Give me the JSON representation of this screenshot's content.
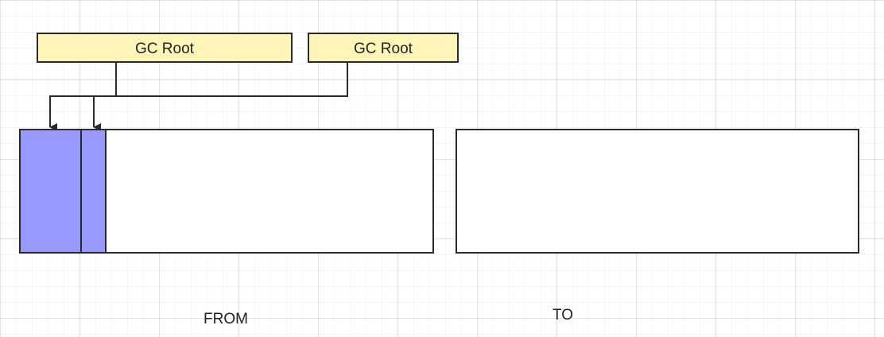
{
  "roots": [
    {
      "label": "GC Root"
    },
    {
      "label": "GC Root"
    }
  ],
  "regions": {
    "from_label": "FROM",
    "to_label": "TO"
  },
  "colors": {
    "root_fill": "#fdf6b8",
    "object_fill": "#9999ff",
    "stroke": "#2a2a2a",
    "region_fill": "#ffffff"
  }
}
